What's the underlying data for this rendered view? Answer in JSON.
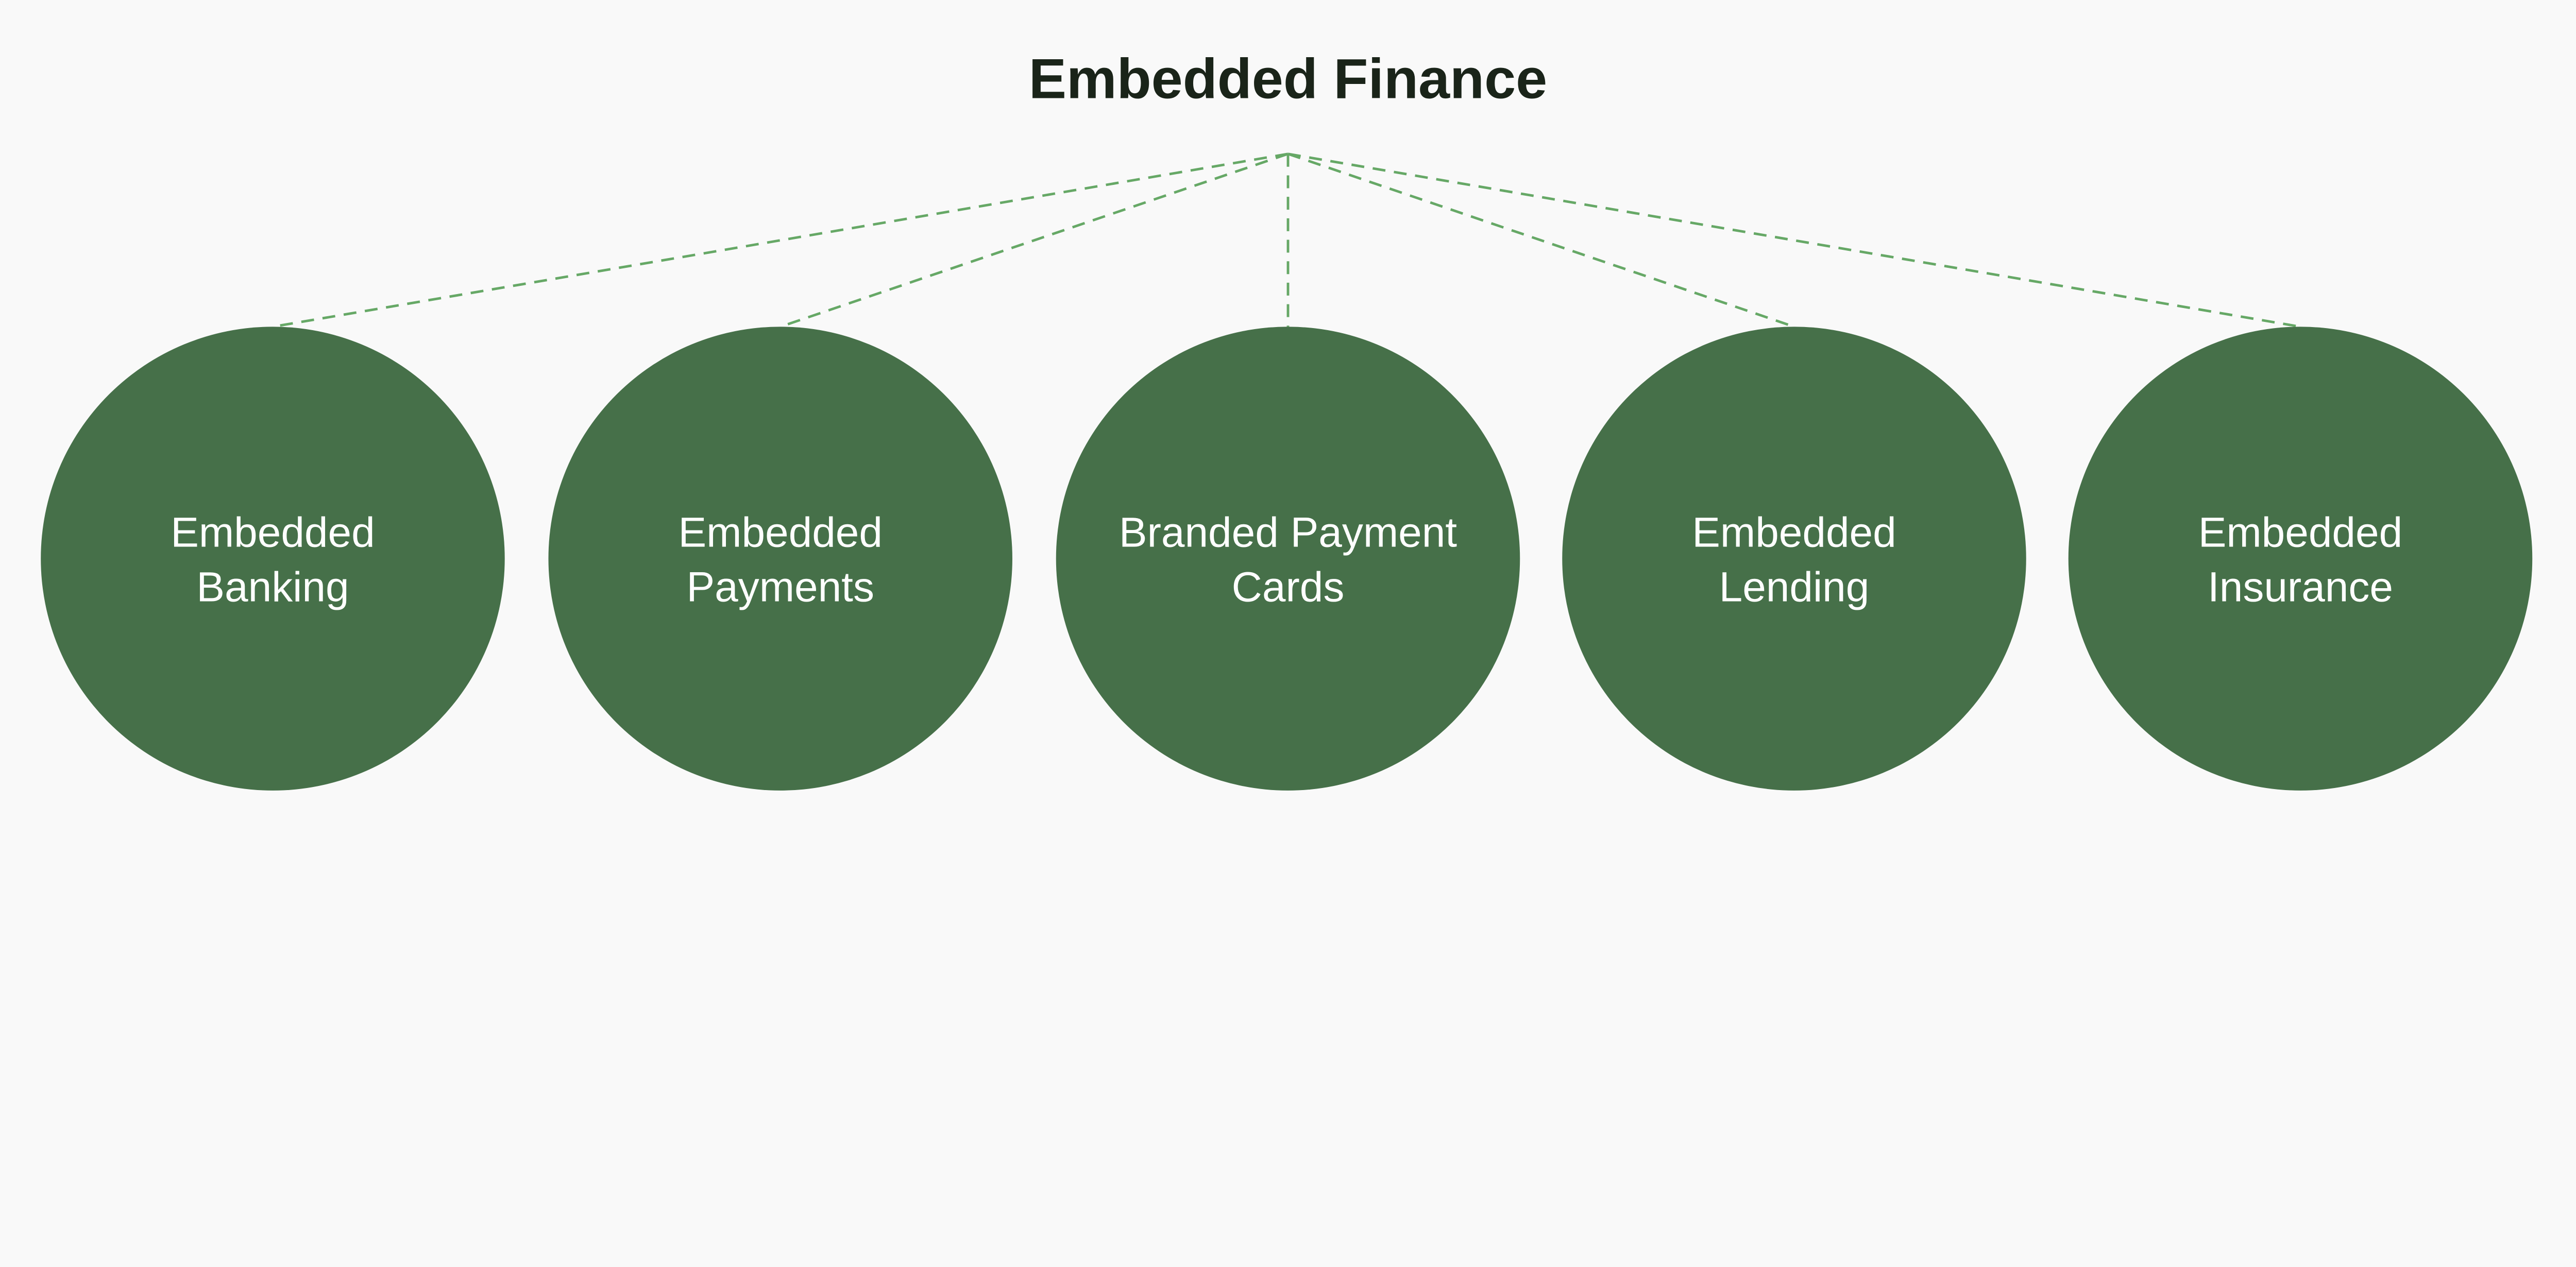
{
  "title": "Embedded Finance",
  "colors": {
    "background": "#f9f9f9",
    "title": "#1a2419",
    "node_fill": "#467049",
    "node_text": "#ffffff",
    "connector": "#66a866"
  },
  "nodes": [
    {
      "lines": [
        "Embedded",
        "Banking"
      ]
    },
    {
      "lines": [
        "Embedded",
        "Payments"
      ]
    },
    {
      "lines": [
        "Branded Payment",
        "Cards"
      ]
    },
    {
      "lines": [
        "Embedded",
        "Lending"
      ]
    },
    {
      "lines": [
        "Embedded",
        "Insurance"
      ]
    }
  ]
}
